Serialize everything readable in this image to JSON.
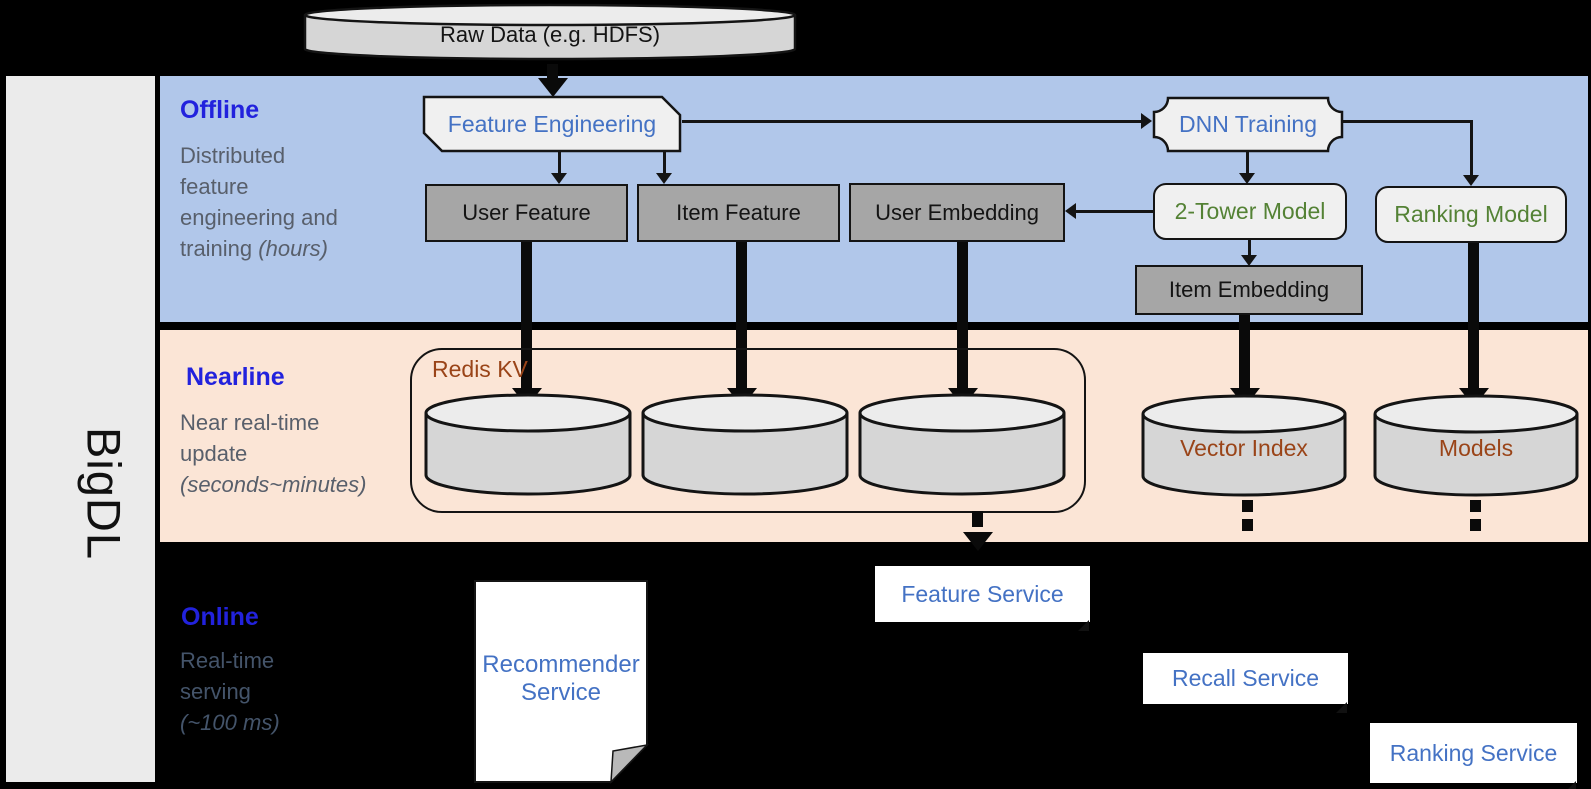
{
  "colors": {
    "offline-bg": "#b1c7ea",
    "nearline-bg": "#fbe5d6",
    "sidebar-bg": "#ebebeb",
    "box-gray": "#a6a6a6",
    "box-light": "#f0f0f0",
    "cyl-body": "#d6d6d6",
    "cyl-top": "#ececec",
    "blue-text": "#4472c4",
    "green-text": "#548235",
    "brown-text": "#9a4418",
    "section-label": "#2222dd",
    "desc-text": "#585f6b",
    "online-desc-text": "#44546a"
  },
  "brand": "BigDL",
  "raw_data": {
    "label": "Raw Data (e.g. HDFS)"
  },
  "sections": {
    "offline": {
      "label": "Offline",
      "lines": [
        "Distributed",
        "feature",
        "engineering and"
      ],
      "last_prefix": "training ",
      "last_italic": "(hours)"
    },
    "nearline": {
      "label": "Nearline",
      "lines": [
        "Near real-time",
        "update"
      ],
      "italic_line": "(seconds~minutes)"
    },
    "online": {
      "label": "Online",
      "lines": [
        "Real-time",
        "serving"
      ],
      "italic_line": "(~100 ms)"
    }
  },
  "offline_nodes": {
    "feature_engineering": "Feature Engineering",
    "dnn_training": "DNN Training",
    "user_feature": "User Feature",
    "item_feature": "Item Feature",
    "user_embedding": "User Embedding",
    "two_tower_model": "2-Tower Model",
    "ranking_model": "Ranking Model",
    "item_embedding": "Item Embedding"
  },
  "nearline_nodes": {
    "redis_kv": "Redis KV",
    "vector_index": "Vector Index",
    "models": "Models"
  },
  "online_nodes": {
    "recommender_service": "Recommender Service",
    "feature_service": "Feature Service",
    "recall_service": "Recall Service",
    "ranking_service": "Ranking Service"
  }
}
